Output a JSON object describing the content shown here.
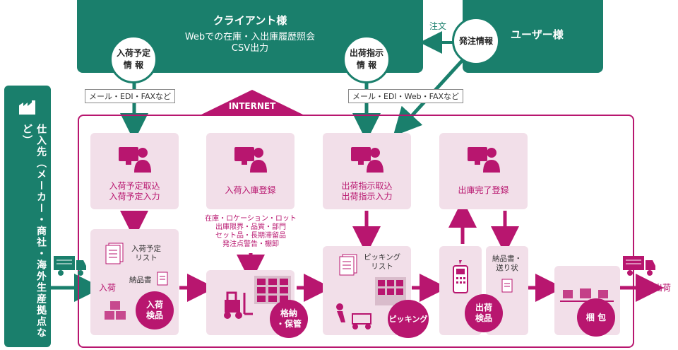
{
  "client": {
    "title": "クライアント様",
    "line1": "Webでの在庫・入出庫履歴照会",
    "line2": "CSV出力"
  },
  "user": {
    "title": "ユーザー様",
    "bubble": "発注情報",
    "order_label": "注文"
  },
  "supplier": {
    "label": "仕入先（メーカー・商社・海外生産拠点など）"
  },
  "bubbles": {
    "inbound_plan": [
      "入荷予定",
      "情 報"
    ],
    "outbound_instr": [
      "出荷指示",
      "情 報"
    ]
  },
  "tags": {
    "left": "メール・EDI・FAXなど",
    "right": "メール・EDI・Web・FAXなど"
  },
  "internet": "INTERNET",
  "processes": {
    "p1": [
      "入荷予定取込",
      "入荷予定入力"
    ],
    "p2": "入荷入庫登録",
    "p3": [
      "出荷指示取込",
      "出荷指示入力"
    ],
    "p4": "出庫完了登録"
  },
  "notes": [
    "在庫・ロケーション・ロット",
    "出庫限界・品質・部門",
    "セット品・長期滞留品",
    "発注点警告・棚卸"
  ],
  "stages": {
    "receiving": {
      "plan_list": [
        "入荷予定",
        "リスト"
      ],
      "invoice": "納品書",
      "in_label": "入荷",
      "circle": [
        "入荷",
        "検品"
      ]
    },
    "storage": {
      "circle": [
        "格納",
        "・保管"
      ]
    },
    "picking": {
      "list": [
        "ピッキング",
        "リスト"
      ],
      "circle": "ピッキング"
    },
    "shipping": {
      "docs": [
        "納品書・",
        "送り状"
      ],
      "circle": [
        "出荷",
        "検品"
      ]
    },
    "packing": {
      "circle": "梱 包",
      "out_label": "出荷"
    }
  },
  "colors": {
    "teal": "#1a7f6c",
    "magenta": "#b8166f",
    "pink_bg": "#f2dfe9"
  }
}
